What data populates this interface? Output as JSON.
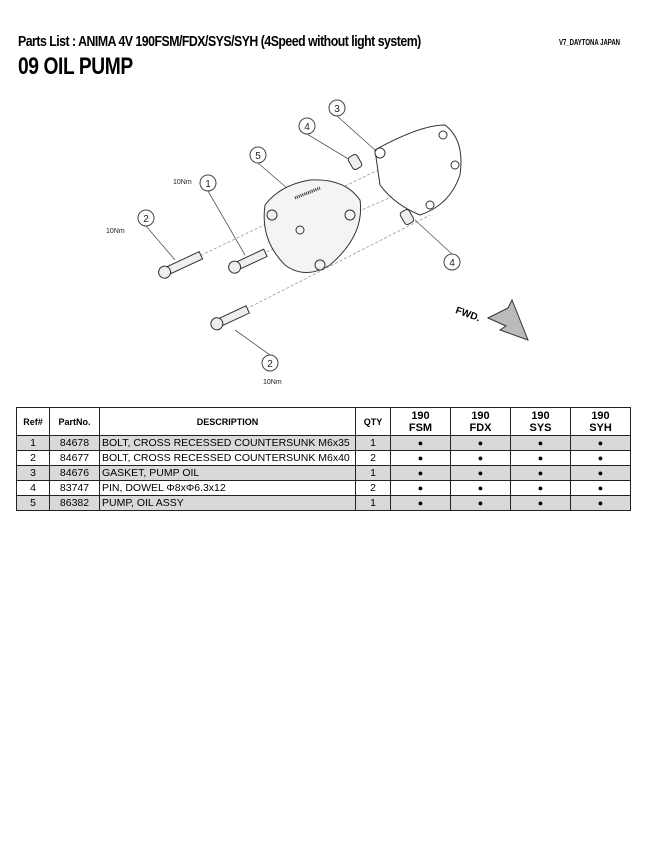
{
  "header": {
    "title": "Parts List : ANIMA 4V 190FSM/FDX/SYS/SYH  (4Speed without light system)",
    "brand": "V7_DAYTONA JAPAN",
    "section": "09 OIL PUMP"
  },
  "diagram": {
    "callouts": [
      "1",
      "2",
      "2",
      "3",
      "4",
      "4",
      "5"
    ],
    "torque": [
      "10Nm",
      "10Nm",
      "10Nm"
    ],
    "fwd_label": "FWD."
  },
  "table": {
    "headers": {
      "ref": "Ref#",
      "part_no": "PartNo.",
      "description": "DESCRIPTION",
      "qty": "QTY",
      "models": [
        {
          "line1": "190",
          "line2": "FSM"
        },
        {
          "line1": "190",
          "line2": "FDX"
        },
        {
          "line1": "190",
          "line2": "SYS"
        },
        {
          "line1": "190",
          "line2": "SYH"
        }
      ]
    },
    "mark": "●",
    "rows": [
      {
        "ref": "1",
        "part_no": "84678",
        "description": "BOLT, CROSS RECESSED COUNTERSUNK M6x35",
        "qty": "1"
      },
      {
        "ref": "2",
        "part_no": "84677",
        "description": "BOLT, CROSS RECESSED COUNTERSUNK M6x40",
        "qty": "2"
      },
      {
        "ref": "3",
        "part_no": "84676",
        "description": "GASKET, PUMP OIL",
        "qty": "1"
      },
      {
        "ref": "4",
        "part_no": "83747",
        "description": "PIN, DOWEL Φ8xΦ6.3x12",
        "qty": "2"
      },
      {
        "ref": "5",
        "part_no": "86382",
        "description": "PUMP, OIL ASSY",
        "qty": "1"
      }
    ]
  }
}
